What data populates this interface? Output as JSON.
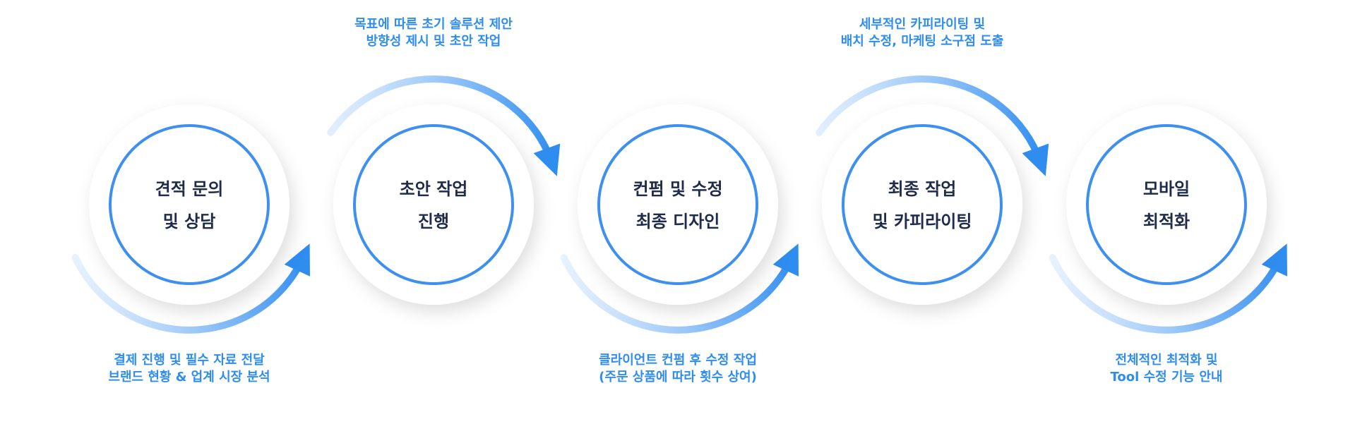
{
  "colors": {
    "accent": "#2f8df0",
    "ring": "#3d8ff0",
    "arrow_start": "#d8e9fd",
    "arrow_end": "#2f8df0",
    "step_text": "#1e2b4a"
  },
  "steps": [
    {
      "lines": [
        "견적 문의",
        "및 상담"
      ],
      "caption": [
        "결제 진행 및 필수 자료 전달",
        "브랜드 현황 & 업계 시장 분석"
      ],
      "caption_position": "bottom"
    },
    {
      "lines": [
        "초안 작업",
        "진행"
      ],
      "caption": [
        "목표에 따른 초기 솔루션 제안",
        "방향성 제시 및 초안 작업"
      ],
      "caption_position": "top"
    },
    {
      "lines": [
        "컨펌 및 수정",
        "최종 디자인"
      ],
      "caption": [
        "클라이언트 컨펌 후 수정 작업",
        "(주문 상품에 따라 횟수 상여)"
      ],
      "caption_position": "bottom"
    },
    {
      "lines": [
        "최종 작업",
        "및 카피라이팅"
      ],
      "caption": [
        "세부적인 카피라이팅 및",
        "배치 수정, 마케팅 소구점 도출"
      ],
      "caption_position": "top"
    },
    {
      "lines": [
        "모바일",
        "최적화"
      ],
      "caption": [
        "전체적인 최적화 및",
        "Tool 수정 기능 안내"
      ],
      "caption_position": "bottom"
    }
  ]
}
